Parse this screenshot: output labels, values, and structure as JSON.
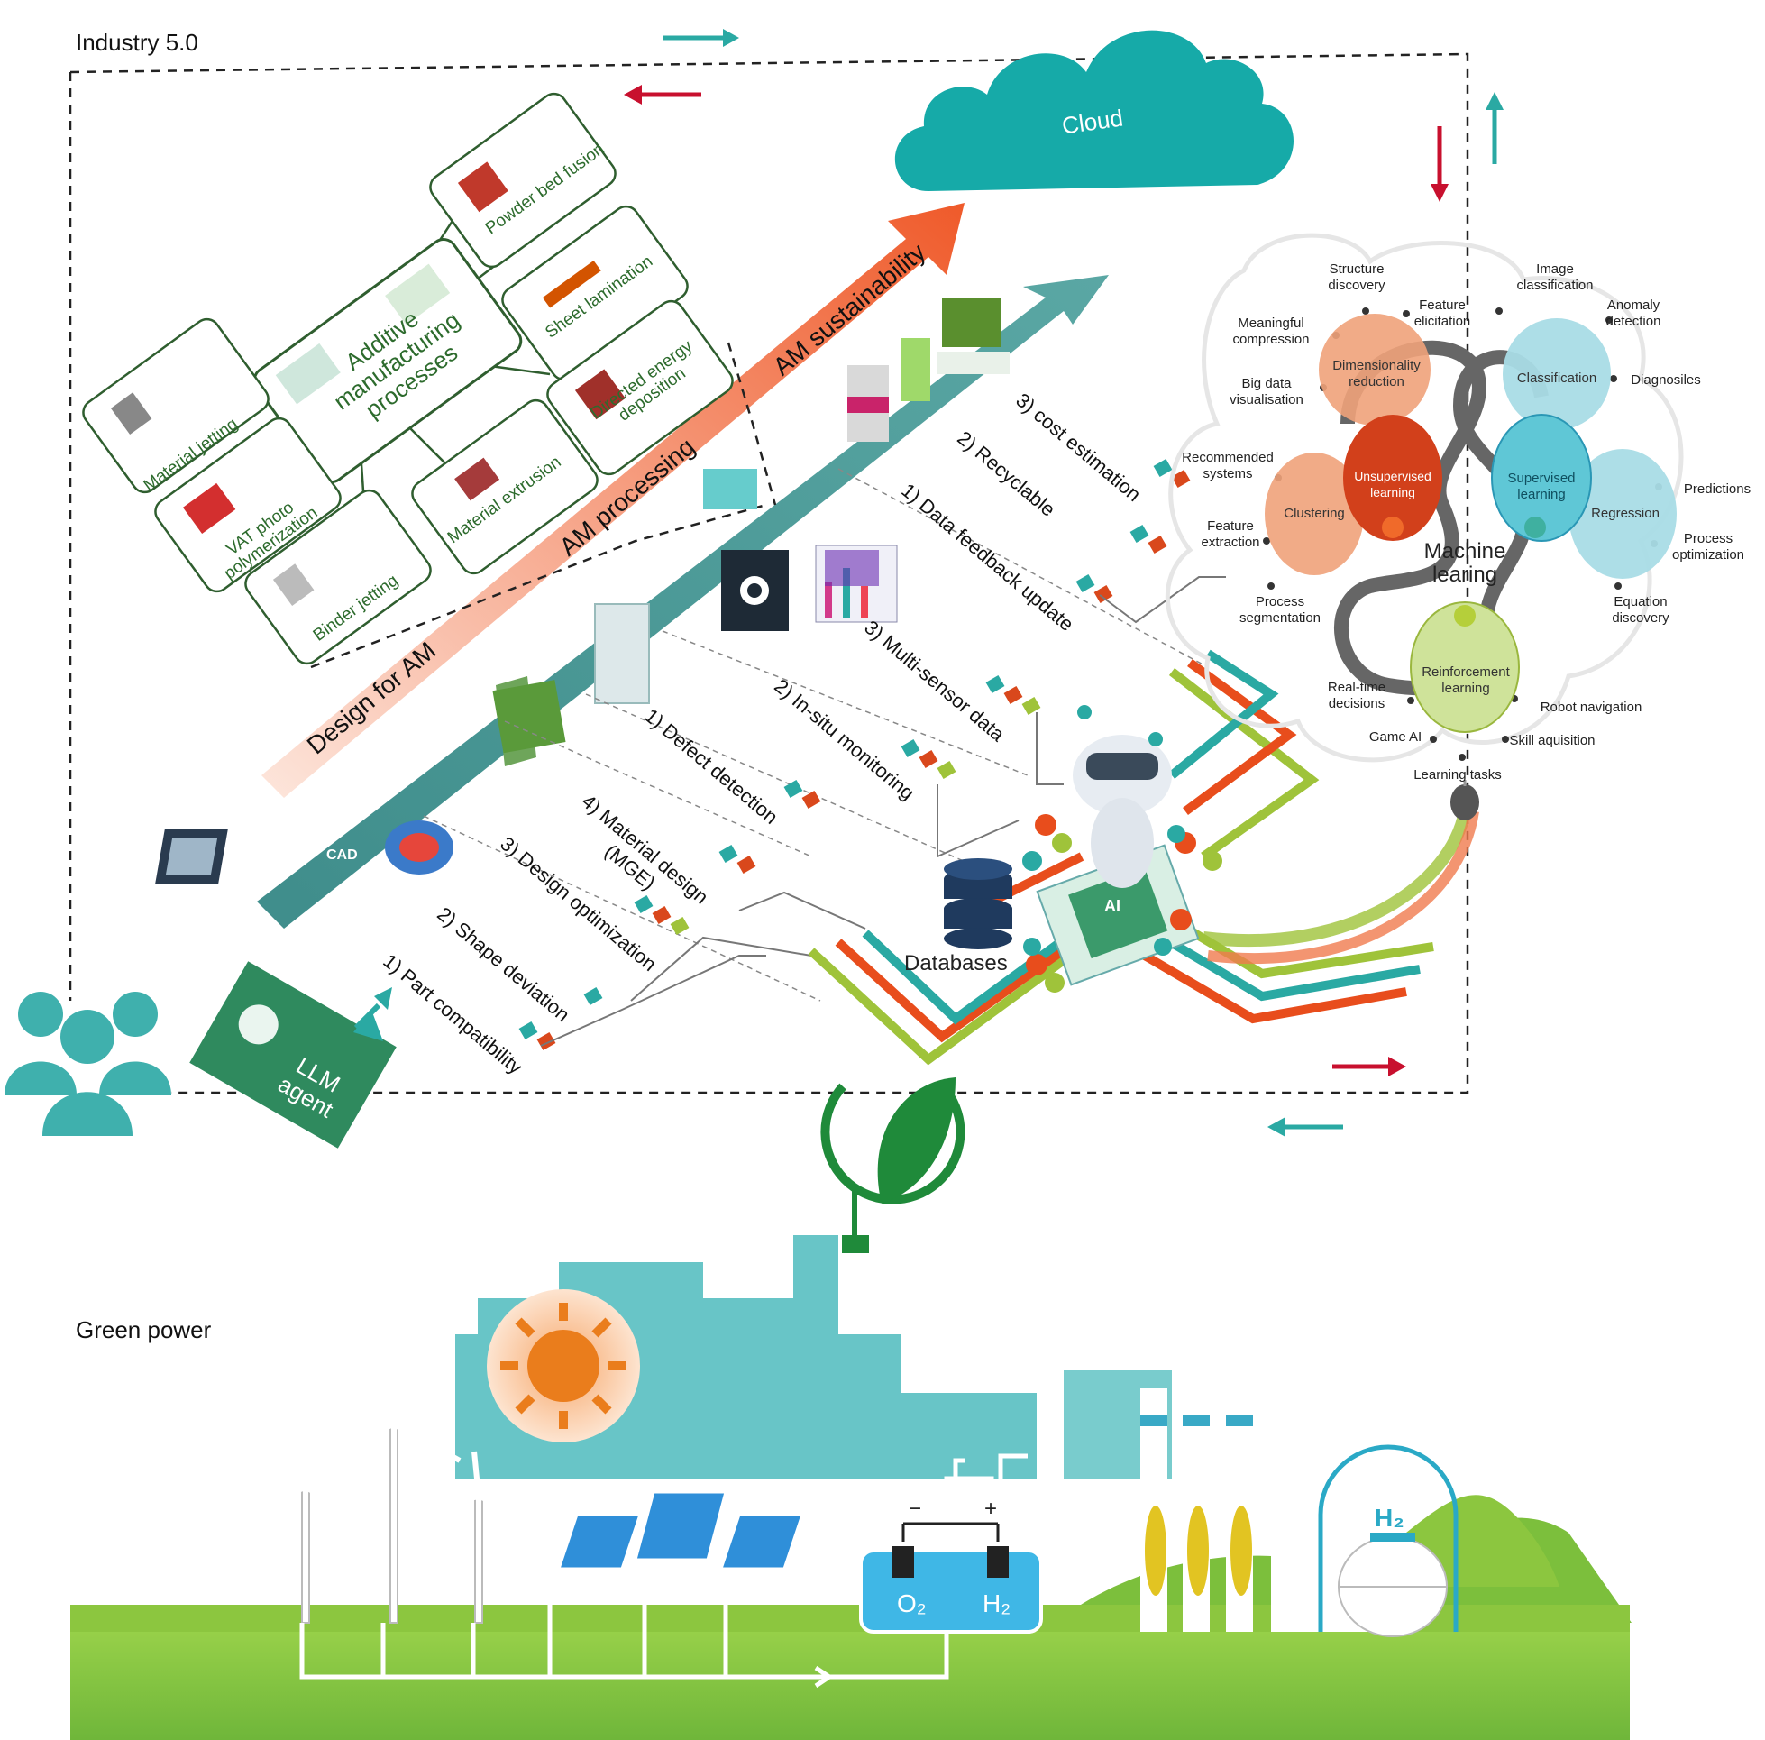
{
  "industry": {
    "title": "Industry 5.0",
    "cloud_label": "Cloud",
    "llm_agent_label": "LLM\nagent",
    "am_hub_label": "Additive\nmanufacturing\nprocesses",
    "am_processes": [
      "Powder bed fusion",
      "Sheet lamination",
      "Directed energy\ndeposition",
      "Material extrusion",
      "Binder jetting",
      "VAT photo\npolymerization",
      "Material jetting"
    ],
    "stage_arrows": [
      "Design for AM",
      "AM processing",
      "AM sustainability"
    ],
    "design_items": [
      "1) Part compatibility",
      "2) Shape deviation",
      "3) Design optimization",
      "4) Material design\n(MGE)"
    ],
    "processing_items": [
      "1) Defect detection",
      "2) In-situ monitoring",
      "3) Multi-sensor data"
    ],
    "sustainability_items": [
      "1) Data feedback update",
      "2) Recyclable",
      "3) cost estimation"
    ],
    "databases_label": "Databases",
    "ai_chip_label": "AI",
    "cad_label": "CAD"
  },
  "machine_learning": {
    "title": "Machine\nlearing",
    "learning_tasks": "Learning tasks",
    "unsupervised": "Unsupervised\nlearning",
    "supervised": "Supervised\nlearning",
    "reinforcement": "Reinforcement\nlearning",
    "dimensionality": "Dimensionality\nreduction",
    "clustering": "Clustering",
    "classification": "Classification",
    "regression": "Regression",
    "outer_labels": [
      "Structure\ndiscovery",
      "Feature\nelicitation",
      "Meaningful\ncompression",
      "Big data\nvisualisation",
      "Recommended\nsystems",
      "Feature\nextraction",
      "Process\nsegmentation",
      "Image\nclassification",
      "Anomaly\ndetection",
      "Diagnosiles",
      "Predictions",
      "Process\noptimization",
      "Equation\ndiscovery",
      "Real-time\ndecisions",
      "Robot navigation",
      "Game AI",
      "Skill aquisition"
    ]
  },
  "green_power": {
    "title": "Green power",
    "o2": "O₂",
    "h2": "H₂",
    "tank_label": "H₂",
    "minus": "−",
    "plus": "+"
  },
  "colors": {
    "teal": "#2aa9a3",
    "cloud": "#16aaa8",
    "red_arrow": "#c8102e",
    "orange_bubble": "#f0a27a",
    "red_bubble": "#d2401b",
    "blue_bubble": "#a9dce6",
    "green_bubble": "#cfe39a",
    "grass": "#8cc63f",
    "llm": "#2f8a5e"
  }
}
